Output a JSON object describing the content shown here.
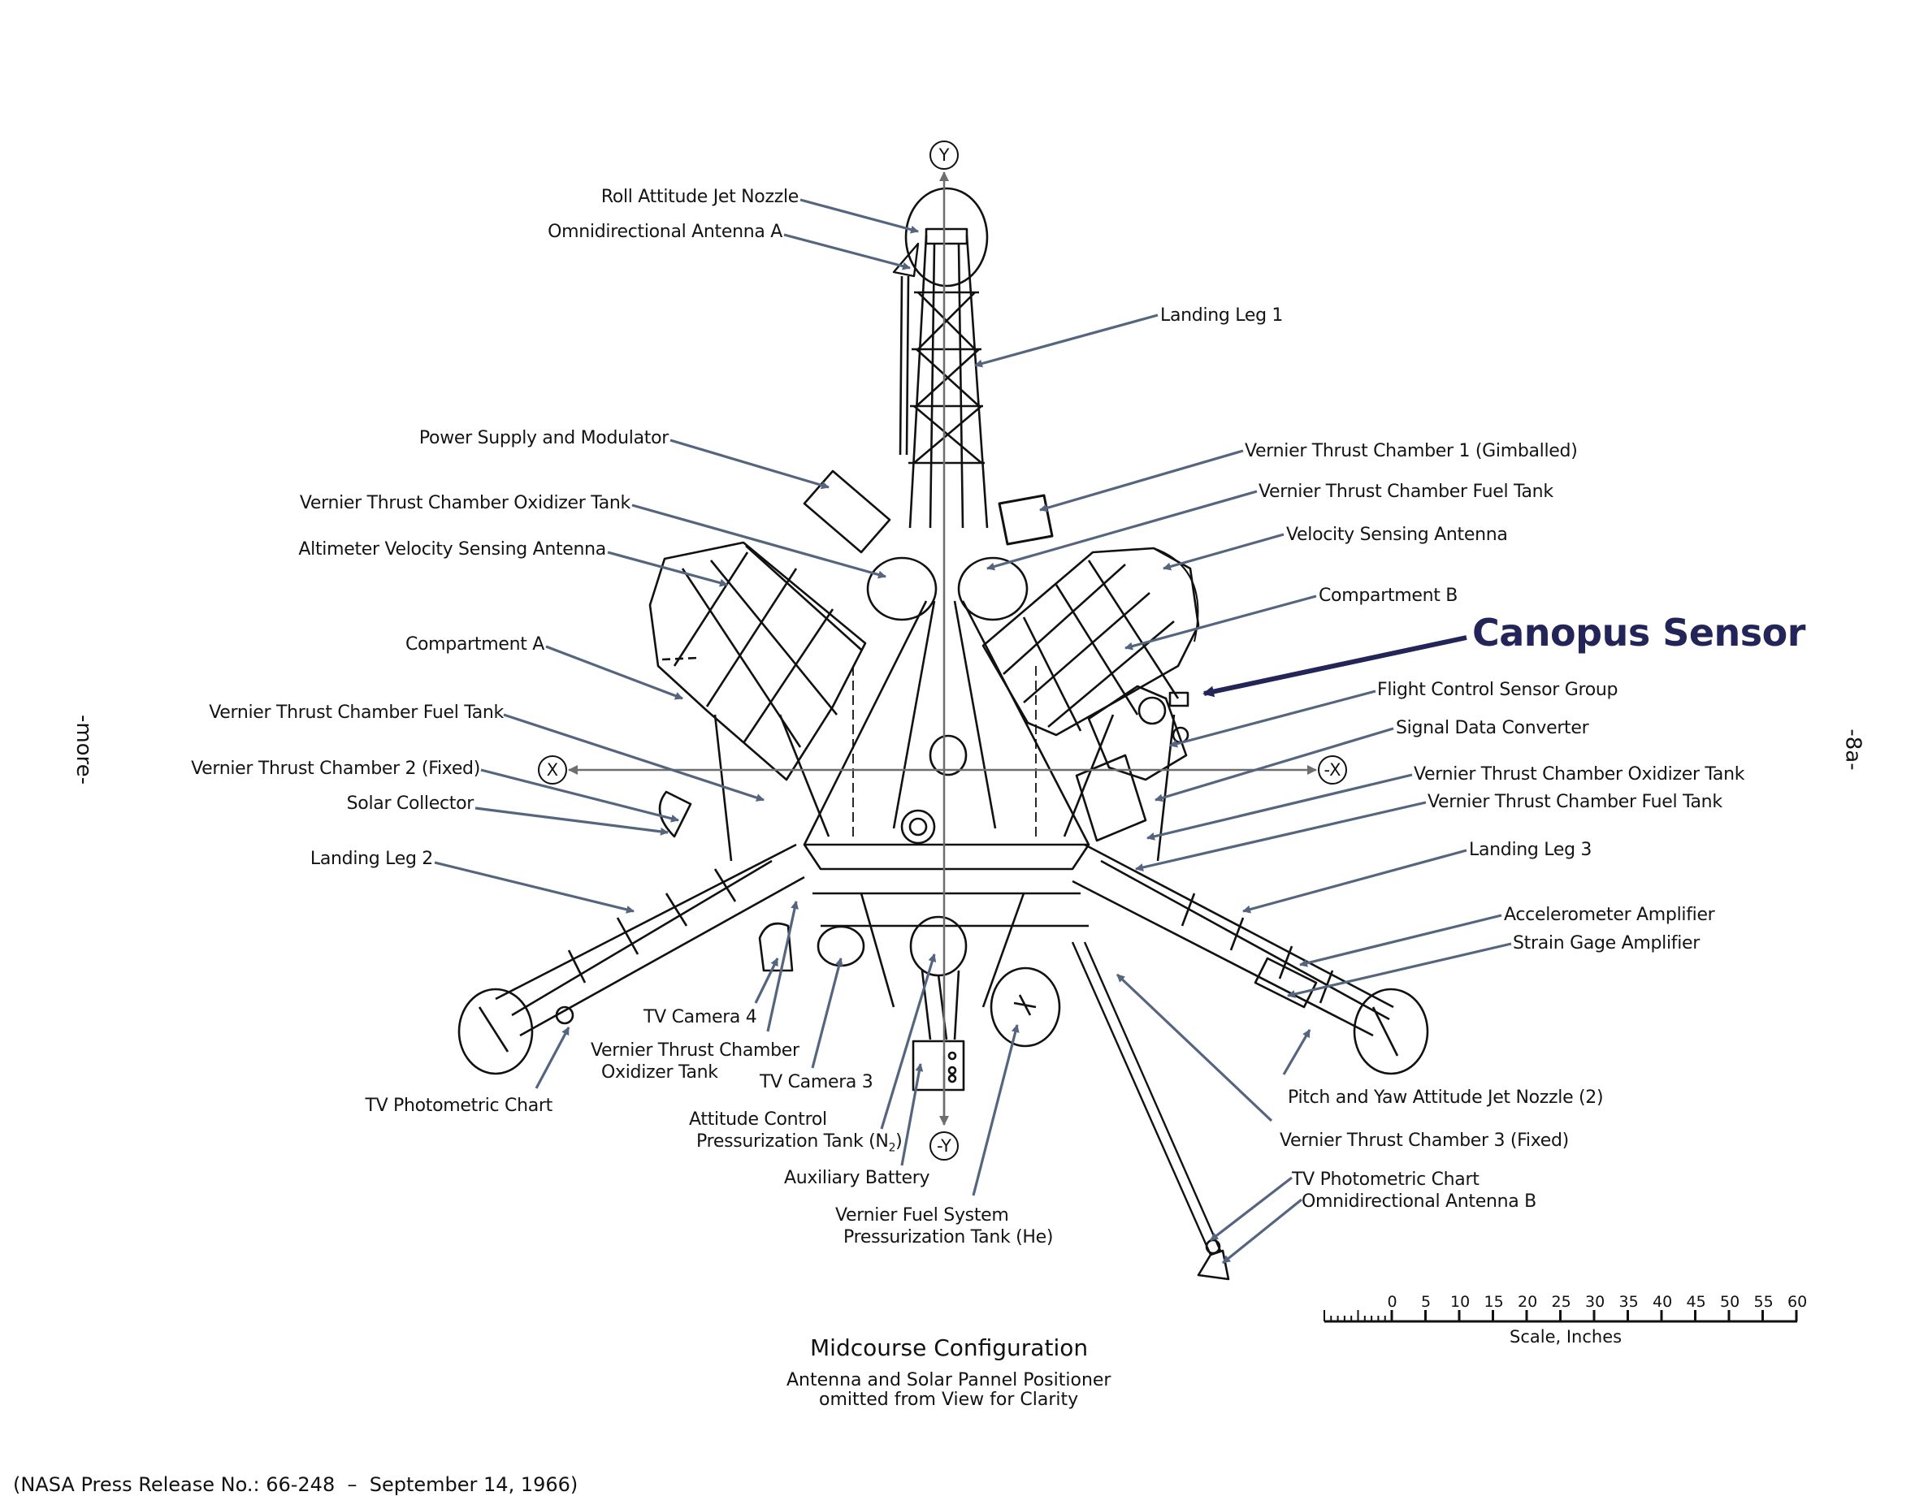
{
  "colors": {
    "leader": "#55657f",
    "highlight": "#232457",
    "axis": "#6e6e6e",
    "ink": "#111111"
  },
  "side_text": {
    "left": "-more-",
    "right": "-8a-"
  },
  "axes": {
    "y_pos": "Y",
    "y_neg": "-Y",
    "x_pos": "X",
    "x_neg": "-X"
  },
  "highlight_label": "Canopus Sensor",
  "labels_left": [
    "Roll Attitude Jet Nozzle",
    "Omnidirectional Antenna A",
    "Power Supply and Modulator",
    "Vernier Thrust Chamber Oxidizer Tank",
    "Altimeter Velocity Sensing Antenna",
    "Compartment A",
    "Vernier Thrust Chamber Fuel Tank",
    "Vernier Thrust Chamber 2 (Fixed)",
    "Solar Collector",
    "Landing Leg 2",
    "TV Photometric Chart"
  ],
  "labels_right": [
    "Landing Leg 1",
    "Vernier Thrust Chamber 1 (Gimballed)",
    "Vernier Thrust Chamber Fuel Tank",
    "Velocity Sensing Antenna",
    "Compartment B",
    "Flight Control Sensor Group",
    "Signal Data Converter",
    "Vernier Thrust Chamber Oxidizer Tank",
    "Vernier Thrust Chamber Fuel Tank",
    "Landing Leg 3",
    "Accelerometer Amplifier",
    "Strain Gage Amplifier",
    "Pitch and Yaw Attitude Jet Nozzle (2)",
    "Vernier Thrust Chamber 3 (Fixed)",
    "TV Photometric Chart",
    "Omnidirectional Antenna B"
  ],
  "labels_bottom": {
    "tv_camera_4": "TV Camera 4",
    "vtc_oxidizer_line1": "Vernier Thrust Chamber",
    "vtc_oxidizer_line2": "Oxidizer Tank",
    "tv_camera_3": "TV Camera 3",
    "attitude_line1": "Attitude Control",
    "attitude_line2": "Pressurization Tank (N",
    "attitude_sub": "2",
    "attitude_tail": ")",
    "aux_battery": "Auxiliary Battery",
    "vfs_line1": "Vernier Fuel System",
    "vfs_line2": "Pressurization Tank (He)"
  },
  "scale": {
    "ticks": [
      "0",
      "5",
      "10",
      "15",
      "20",
      "25",
      "30",
      "35",
      "40",
      "45",
      "50",
      "55",
      "60"
    ],
    "label": "Scale, Inches"
  },
  "caption": {
    "title": "Midcourse Configuration",
    "line1": "Antenna and Solar Pannel Positioner",
    "line2": "omitted from View for Clarity"
  },
  "footer": "(NASA Press Release No.: 66-248  –  September 14, 1966)"
}
